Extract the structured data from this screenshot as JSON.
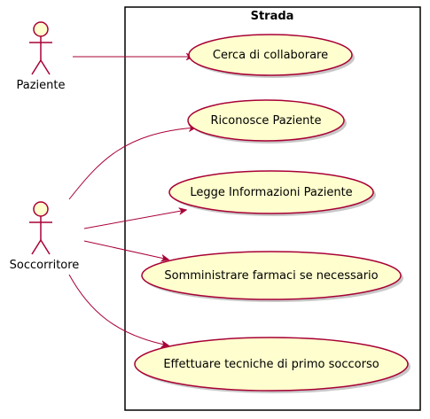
{
  "system": {
    "title": "Strada"
  },
  "actors": {
    "paziente": "Paziente",
    "soccorritore": "Soccorritore"
  },
  "use_cases": {
    "cerca": "Cerca di collaborare",
    "riconosce": "Riconosce Paziente",
    "legge": "Legge Informazioni Paziente",
    "somministrare": "Somministrare farmaci se necessario",
    "effettuare": "Effettuare tecniche di primo soccorso"
  },
  "colors": {
    "usecase_fill": "#FEFECE",
    "outline": "#A80036",
    "arrow": "#A80036",
    "boundary": "#000000",
    "shadow": "#C8C8C8"
  }
}
